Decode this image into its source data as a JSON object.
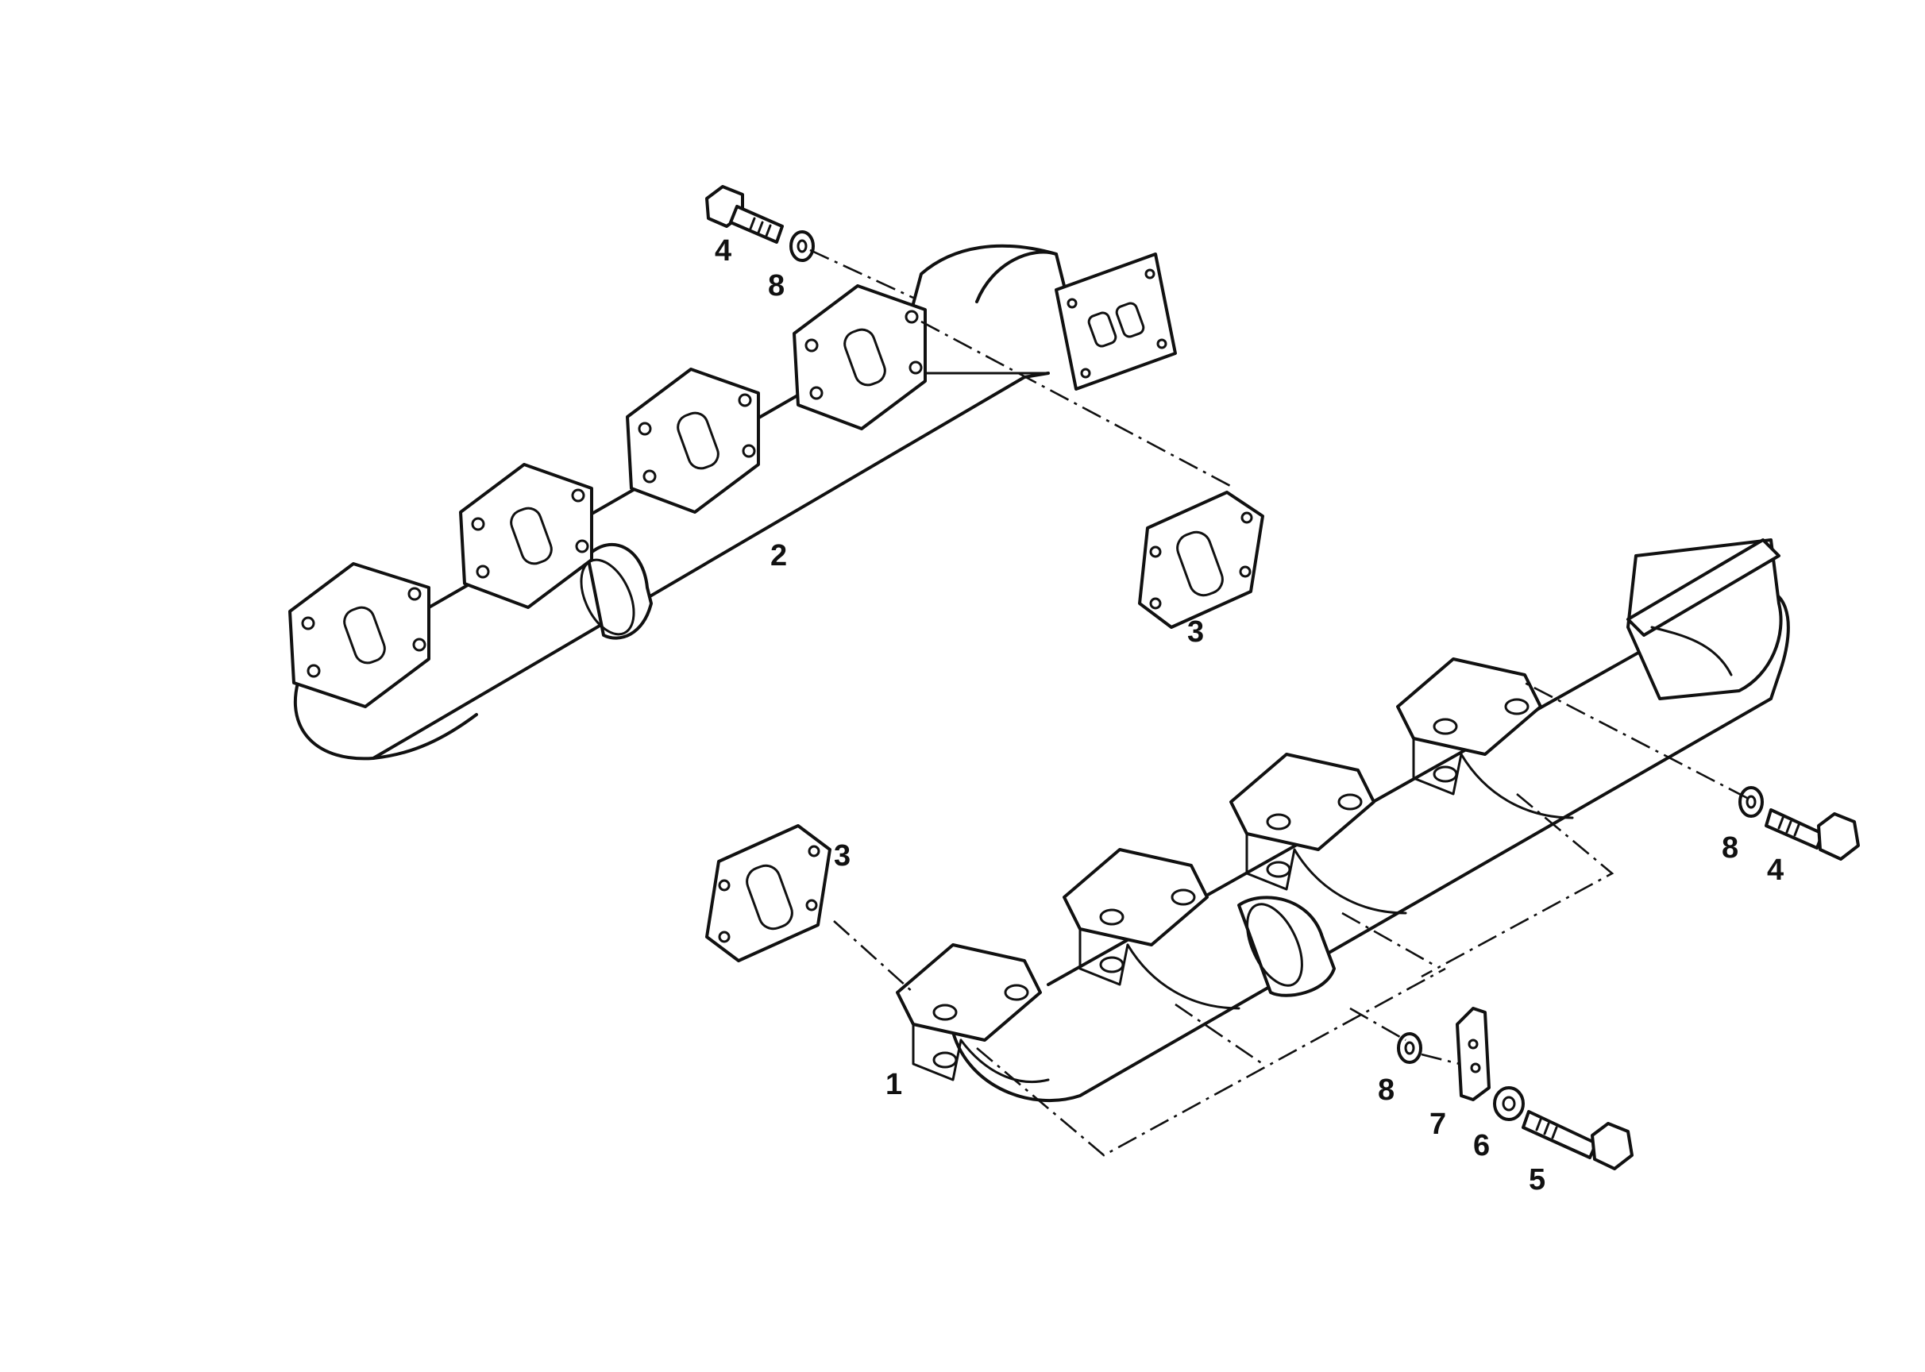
{
  "callouts": {
    "exhaust_manifold_front": "1",
    "exhaust_manifold_rear": "2",
    "gasket": "3",
    "bolt": "4",
    "bolt_long": "5",
    "spacer_washer": "6",
    "bracket": "7",
    "washer": "8"
  }
}
